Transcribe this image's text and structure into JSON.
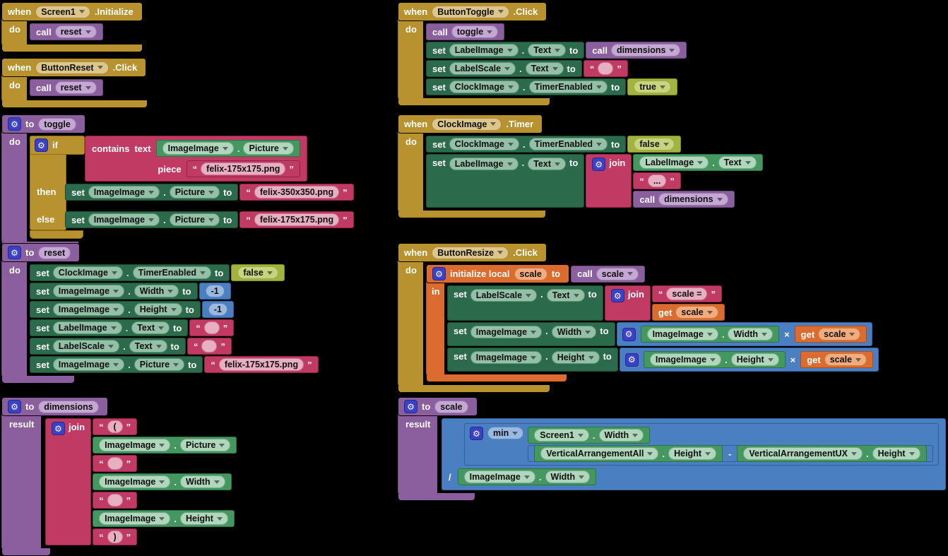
{
  "colors": {
    "canvas": "#000000",
    "event_gold": "#b7922f",
    "procedure_purple": "#8b5f9e",
    "setter_dark_green": "#2c6a4c",
    "getter_green": "#43975f",
    "text_pink": "#c13a64",
    "math_blue": "#4a7fc1",
    "variable_orange": "#db6b2e",
    "logic_green": "#a2b43c",
    "gear_indigo": "#3a41c6"
  },
  "icons": {
    "gear": "⚙"
  },
  "labels": {
    "when": "when",
    "do": "do",
    "set": "set",
    "call": "call",
    "to": "to",
    "in": "in",
    "then": "then",
    "else": "else",
    "if": "if",
    "join": "join",
    "get": "get",
    "result": "result",
    "initialize_local": "initialize local",
    "contains": "contains",
    "text": "text",
    "piece": "piece",
    "min": "min",
    "times": "×",
    "minus": "-",
    "divide": "/",
    "dot": ".",
    "open_quote": "“",
    "close_quote": "”"
  },
  "components": {
    "screen1": "Screen1",
    "button_reset": "ButtonReset",
    "button_toggle": "ButtonToggle",
    "button_resize": "ButtonResize",
    "clock_image": "ClockImage",
    "image_image": "ImageImage",
    "label_image": "LabelImage",
    "label_scale": "LabelScale",
    "vertical_arrangement_all": "VerticalArrangementAll",
    "vertical_arrangement_ux": "VerticalArrangementUX"
  },
  "events": {
    "initialize": ".Initialize",
    "click": ".Click",
    "timer": ".Timer"
  },
  "properties": {
    "picture": "Picture",
    "width": "Width",
    "height": "Height",
    "text": "Text",
    "timer_enabled": "TimerEnabled"
  },
  "procedures": {
    "toggle": "toggle",
    "reset": "reset",
    "dimensions": "dimensions",
    "scale": "scale"
  },
  "values": {
    "true": "true",
    "false": "false",
    "neg_one": "-1",
    "felix_small": "felix-175x175.png",
    "felix_large": "felix-350x350.png",
    "open_paren": "(",
    "close_paren": ")",
    "ellipsis": "...",
    "scale_eq": "scale =",
    "empty": " ",
    "local_scale": "scale"
  }
}
